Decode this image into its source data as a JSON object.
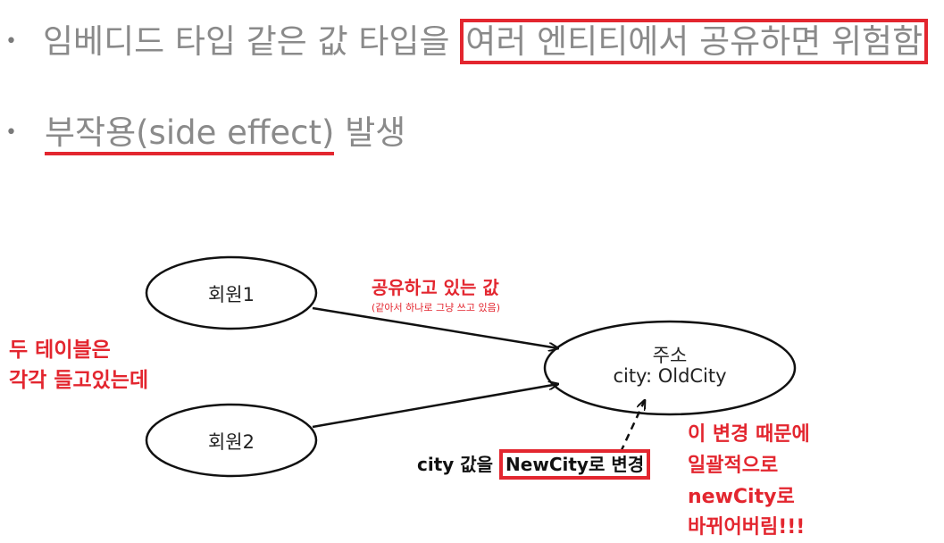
{
  "bullets": [
    {
      "prefix": "임베디드 타입 같은 값 타입을 ",
      "highlight": "여러 엔티티에서 공유하면 위험함"
    },
    {
      "highlight": "부작용(side effect)",
      "suffix": " 발생"
    }
  ],
  "bullet_symbol": "•",
  "diagram": {
    "nodes": [
      {
        "label": "회원1"
      },
      {
        "label": "회원2"
      },
      {
        "label": "주소",
        "sublabel": "city: OldCity"
      }
    ],
    "shared_value_label": "공유하고 있는 값",
    "shared_value_sub": "(같아서 하나로 그냥 쓰고 있음)",
    "left_note": [
      "두 테이블은",
      "각각 들고있는데"
    ],
    "change_prefix": "city 값을 ",
    "change_highlight": "NewCity로 변경",
    "right_note": [
      "이 변경 때문에",
      "일괄적으로",
      "newCity로",
      "바뀌어버림!!!"
    ]
  },
  "colors": {
    "accent": "#e3262f",
    "bullet_text": "#8a8a8a",
    "stroke": "#111111"
  }
}
